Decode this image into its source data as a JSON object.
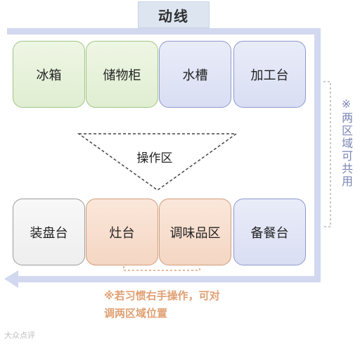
{
  "title": "动线",
  "top_row": [
    {
      "label": "冰箱",
      "color": "green"
    },
    {
      "label": "储物柜",
      "color": "green"
    },
    {
      "label": "水槽",
      "color": "blue"
    },
    {
      "label": "加工台",
      "color": "blue"
    }
  ],
  "bottom_row": [
    {
      "label": "装盘台",
      "color": "gray"
    },
    {
      "label": "灶台",
      "color": "orange"
    },
    {
      "label": "调味品区",
      "color": "orange"
    },
    {
      "label": "备餐台",
      "color": "blue"
    }
  ],
  "work_area_label": "操作区",
  "side_note": "※两区域可共用",
  "bottom_note": "※若习惯右手操作，可对调两区域位置",
  "watermark": "大众点评",
  "colors": {
    "flow_line": "#d2d8ef",
    "green_border": "#9fc583",
    "blue_border": "#8d98cc",
    "orange_border": "#d19b7a",
    "note_orange": "#e0a072",
    "note_blue": "#7a84b3"
  }
}
